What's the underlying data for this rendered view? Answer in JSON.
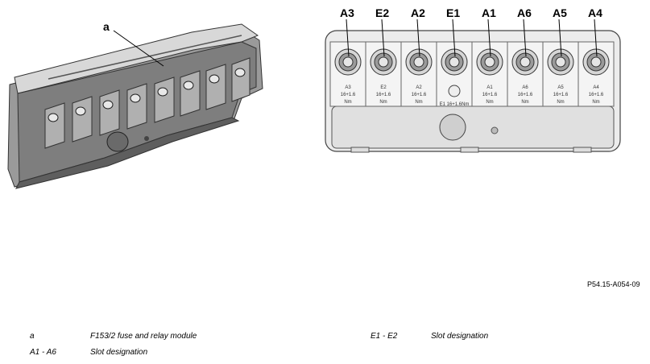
{
  "left_figure": {
    "callout": "a"
  },
  "right_figure": {
    "slots": [
      {
        "id": "A3",
        "label": "A3",
        "rating": "16+1.6",
        "unit": "Nm"
      },
      {
        "id": "E2",
        "label": "E2",
        "rating": "16+1.6",
        "unit": "Nm"
      },
      {
        "id": "A2",
        "label": "A2",
        "rating": "16+1.6",
        "unit": "Nm"
      },
      {
        "id": "E1",
        "label": "E1",
        "rating": "16+1.6",
        "unit": "Nm"
      },
      {
        "id": "A1",
        "label": "A1",
        "rating": "16+1.6",
        "unit": "Nm"
      },
      {
        "id": "A6",
        "label": "A6",
        "rating": "16+1.6",
        "unit": "Nm"
      },
      {
        "id": "A5",
        "label": "A5",
        "rating": "16+1.6",
        "unit": "Nm"
      },
      {
        "id": "A4",
        "label": "A4",
        "rating": "16+1.6",
        "unit": "Nm"
      }
    ],
    "e1_torque_label": "E1 16+1.6Nm"
  },
  "figure_id": "P54.15-A054-09",
  "legend": {
    "left": [
      {
        "key": "a",
        "desc": "F153/2 fuse and relay module"
      },
      {
        "key": "A1 - A6",
        "desc": "Slot designation"
      }
    ],
    "right": [
      {
        "key": "E1 - E2",
        "desc": "Slot designation"
      }
    ]
  }
}
